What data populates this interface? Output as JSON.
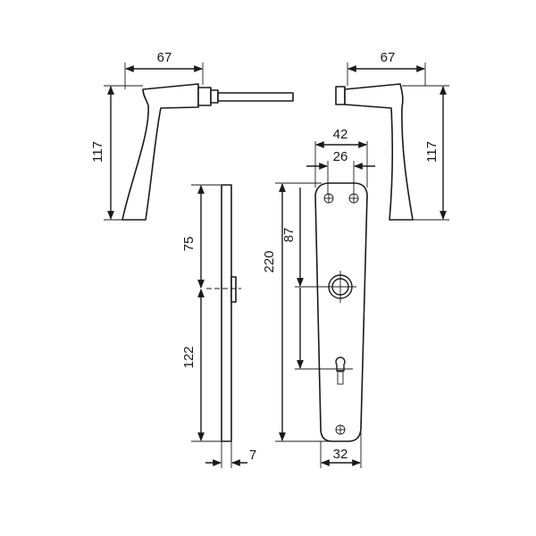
{
  "dimensions": {
    "left_handle_width": "67",
    "left_handle_height": "117",
    "right_handle_width": "67",
    "right_handle_height": "117",
    "plate_upper": "75",
    "plate_lower": "122",
    "plate_thickness": "7",
    "plate_outer_width": "42",
    "plate_inner_width": "26",
    "plate_height": "220",
    "handle_to_keyhole": "87",
    "plate_bottom_width": "32"
  }
}
